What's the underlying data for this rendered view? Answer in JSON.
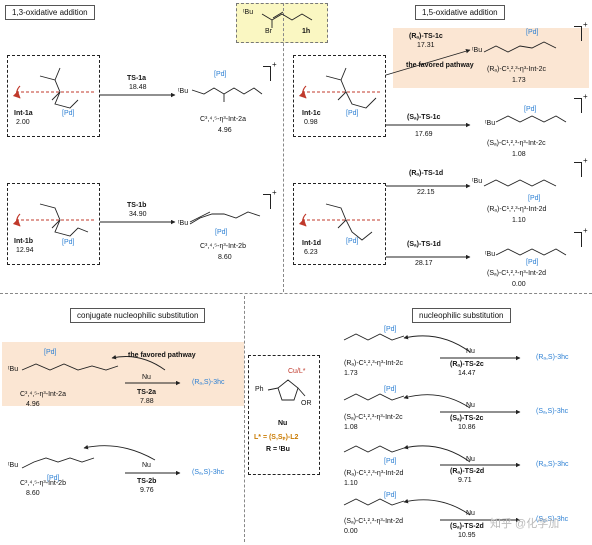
{
  "headers": {
    "tl": "1,3-oxidative addition",
    "tr": "1,5-oxidative addition",
    "bl": "conjugate nucleophilic substitution",
    "br": "nucleophilic substitution"
  },
  "substrate": {
    "tbu": "ᵗBu",
    "br": "Br",
    "id": "1h"
  },
  "tl": {
    "a": {
      "ts": "TS-1a",
      "e": "18.48",
      "int": "Int-1a",
      "ie": "2.00",
      "prod": "C³,⁴,⁵-η³-Int-2a",
      "pe": "4.96"
    },
    "b": {
      "ts": "TS-1b",
      "e": "34.90",
      "int": "Int-1b",
      "ie": "12.94",
      "prod": "C³,⁴,⁵-η³-Int-2b",
      "pe": "8.60"
    }
  },
  "tr": {
    "c1": {
      "ts": "(Rₐ)-TS-1c",
      "e": "17.31",
      "fav": "the favored pathway",
      "prod": "(Rₐ)-C¹,²,³-η³-Int-2c",
      "pe": "1.73"
    },
    "c2": {
      "ts": "(Sₐ)-TS-1c",
      "e": "17.69",
      "prod": "(Sₐ)-C¹,²,³-η³-Int-2c",
      "pe": "1.08"
    },
    "int_c": {
      "name": "Int-1c",
      "e": "0.98"
    },
    "d1": {
      "ts": "(Rₐ)-TS-1d",
      "e": "22.15",
      "prod": "(Rₐ)-C¹,²,³-η³-Int-2d",
      "pe": "1.10"
    },
    "d2": {
      "ts": "(Sₐ)-TS-1d",
      "e": "28.17",
      "prod": "(Sₐ)-C¹,²,³-η³-Int-2d",
      "pe": "0.00"
    },
    "int_d": {
      "name": "Int-1d",
      "e": "6.23"
    }
  },
  "bl": {
    "r1": {
      "fav": "the favored pathway",
      "sm": "C³,⁴,⁵-η³-Int-2a",
      "se": "4.96",
      "nu": "Nu",
      "ts": "TS-2a",
      "e": "7.88",
      "prod": "(Rₐ,S)-3hc"
    },
    "r2": {
      "sm": "C³,⁴,⁵-η³-Int-2b",
      "se": "8.60",
      "nu": "Nu",
      "ts": "TS-2b",
      "e": "9.76",
      "prod": "(Sₐ,S)-3hc"
    }
  },
  "center": {
    "cu": "Cu/L*",
    "ph": "Ph",
    "or": "OR",
    "nu": "Nu",
    "l_line": "L* = (S,Sₚ)-L2",
    "r_line": "R = ᵗBu"
  },
  "br": {
    "rows": [
      {
        "sm": "(Rₐ)-C¹,²,³-η³-Int-2c",
        "se": "1.73",
        "nu": "Nu",
        "ts": "(Rₐ)-TS-2c",
        "e": "14.47",
        "prod": "(Rₐ,S)-3hc"
      },
      {
        "sm": "(Sₐ)-C¹,²,³-η³-Int-2c",
        "se": "1.08",
        "nu": "Nu",
        "ts": "(Sₐ)-TS-2c",
        "e": "10.86",
        "prod": "(Sₐ,S)-3hc"
      },
      {
        "sm": "(Rₐ)-C¹,²,³-η³-Int-2d",
        "se": "1.10",
        "nu": "Nu",
        "ts": "(Rₐ)-TS-2d",
        "e": "9.71",
        "prod": "(Rₐ,S)-3hc"
      },
      {
        "sm": "(Sₐ)-C¹,²,³-η³-Int-2d",
        "se": "0.00",
        "nu": "Nu",
        "ts": "(Sₐ)-TS-2d",
        "e": "10.95",
        "prod": "(Sₐ,S)-3hc"
      }
    ]
  },
  "pd": "[Pd]",
  "watermark": "知乎 @化学加",
  "colors": {
    "highlight": "#fbe6d3",
    "substrate_box": "#faf7c2",
    "accent_blue": "#2b7fd3"
  }
}
